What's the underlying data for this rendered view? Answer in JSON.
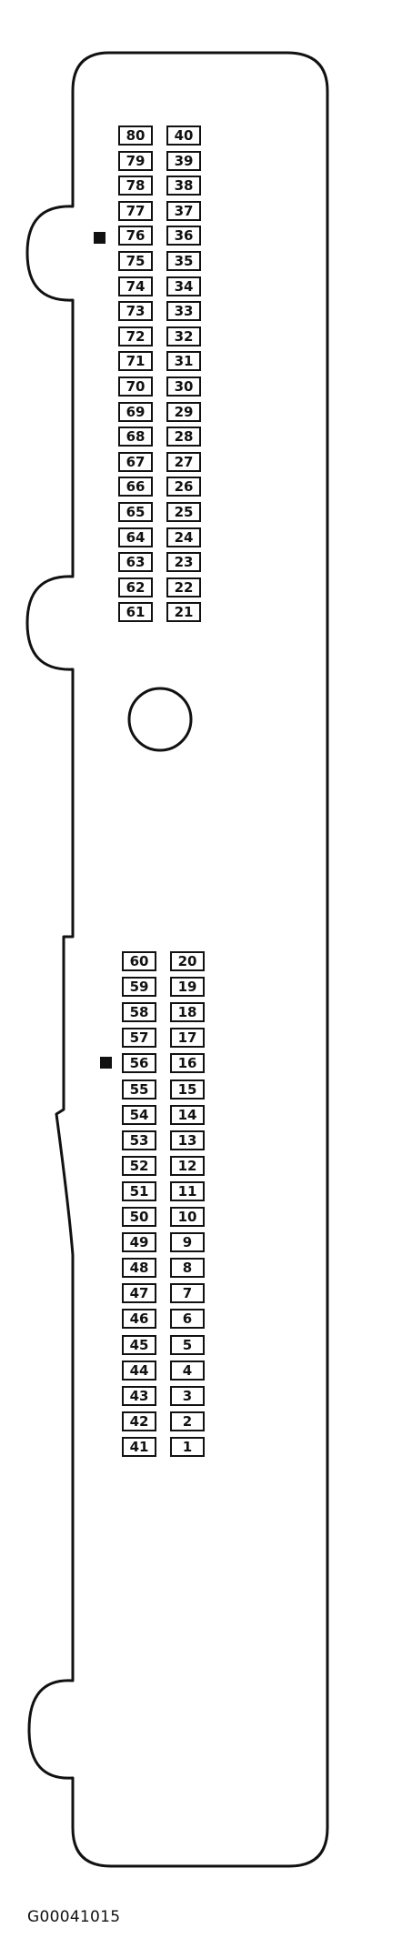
{
  "connector": {
    "upper_left_pins": [
      "80",
      "79",
      "78",
      "77",
      "76",
      "75",
      "74",
      "73",
      "72",
      "71",
      "70",
      "69",
      "68",
      "67",
      "66",
      "65",
      "64",
      "63",
      "62",
      "61"
    ],
    "upper_right_pins": [
      "40",
      "39",
      "38",
      "37",
      "36",
      "35",
      "34",
      "33",
      "32",
      "31",
      "30",
      "29",
      "28",
      "27",
      "26",
      "25",
      "24",
      "23",
      "22",
      "21"
    ],
    "lower_left_pins": [
      "60",
      "59",
      "58",
      "57",
      "56",
      "55",
      "54",
      "53",
      "52",
      "51",
      "50",
      "49",
      "48",
      "47",
      "46",
      "45",
      "44",
      "43",
      "42",
      "41"
    ],
    "lower_right_pins": [
      "20",
      "19",
      "18",
      "17",
      "16",
      "15",
      "14",
      "13",
      "12",
      "11",
      "10",
      "9",
      "8",
      "7",
      "6",
      "5",
      "4",
      "3",
      "2",
      "1"
    ]
  },
  "caption": "G00041015"
}
